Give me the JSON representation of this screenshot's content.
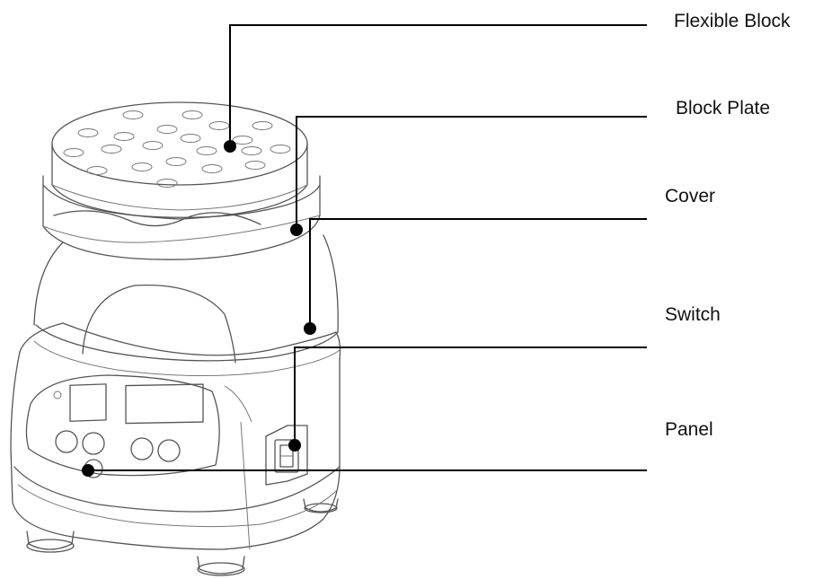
{
  "diagram": {
    "callouts": [
      {
        "id": "flexible-block",
        "label": "Flexible Block"
      },
      {
        "id": "block-plate",
        "label": "Block Plate"
      },
      {
        "id": "cover",
        "label": "Cover"
      },
      {
        "id": "switch",
        "label": "Switch"
      },
      {
        "id": "panel",
        "label": "Panel"
      }
    ],
    "colors": {
      "line_drawing": "#555555",
      "leader": "#000000",
      "text": "#111111",
      "background": "#ffffff"
    }
  }
}
